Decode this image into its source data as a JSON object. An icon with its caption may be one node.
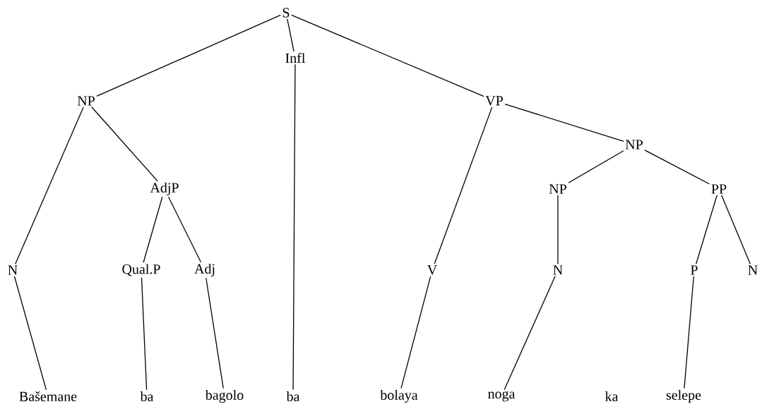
{
  "diagram": {
    "nodes": [
      {
        "text": [
          "S"
        ]
      },
      {
        "text": [
          "Infl"
        ]
      },
      {
        "text": [
          "NP"
        ]
      },
      {
        "text": [
          "VP"
        ]
      },
      {
        "text": [
          "AdjP"
        ]
      },
      {
        "text": [
          "NP"
        ]
      },
      {
        "text": [
          "NP"
        ]
      },
      {
        "text": [
          "PP"
        ]
      },
      {
        "text": [
          "N"
        ]
      },
      {
        "text": [
          "Qual.P"
        ]
      },
      {
        "text": [
          "Adj"
        ]
      },
      {
        "text": [
          "V"
        ]
      },
      {
        "text": [
          "N"
        ]
      },
      {
        "text": [
          "P"
        ]
      },
      {
        "text": [
          "N"
        ]
      },
      {
        "text": [
          "Bašemane"
        ]
      },
      {
        "text": [
          "ba"
        ]
      },
      {
        "text": [
          "bagolo"
        ]
      },
      {
        "text": [
          "ba"
        ]
      },
      {
        "text": [
          "bolaya"
        ]
      },
      {
        "text": [
          "noga"
        ]
      },
      {
        "text": [
          "selepe"
        ]
      }
    ],
    "edges": [
      {
        "from": 0,
        "to": 2,
        "arrow": "none"
      },
      {
        "from": 0,
        "to": 1,
        "arrow": "none"
      },
      {
        "from": 0,
        "to": 3,
        "arrow": "none"
      },
      {
        "from": 2,
        "to": 8,
        "arrow": "none"
      },
      {
        "from": 2,
        "to": 4,
        "arrow": "none"
      },
      {
        "from": 4,
        "to": 9,
        "arrow": "none"
      },
      {
        "from": 4,
        "to": 10,
        "arrow": "none"
      },
      {
        "from": 3,
        "to": 11,
        "arrow": "none"
      },
      {
        "from": 3,
        "to": 5,
        "arrow": "none"
      },
      {
        "from": 5,
        "to": 6,
        "arrow": "none"
      },
      {
        "from": 5,
        "to": 7,
        "arrow": "none"
      },
      {
        "from": 6,
        "to": 12,
        "arrow": "none"
      },
      {
        "from": 7,
        "to": 13,
        "arrow": "none"
      },
      {
        "from": 7,
        "to": 14,
        "arrow": "none"
      },
      {
        "from": 8,
        "to": 15,
        "arrow": "none"
      },
      {
        "from": 9,
        "to": 16,
        "arrow": "none"
      },
      {
        "from": 10,
        "to": 17,
        "arrow": "none"
      },
      {
        "from": 1,
        "to": 18,
        "arrow": "none"
      },
      {
        "from": 11,
        "to": 19,
        "arrow": "none"
      },
      {
        "from": 12,
        "to": 20,
        "arrow": "none"
      },
      {
        "from": 13,
        "to": 21,
        "arrow": "none"
      }
    ],
    "labels": [
      "ka"
    ]
  }
}
